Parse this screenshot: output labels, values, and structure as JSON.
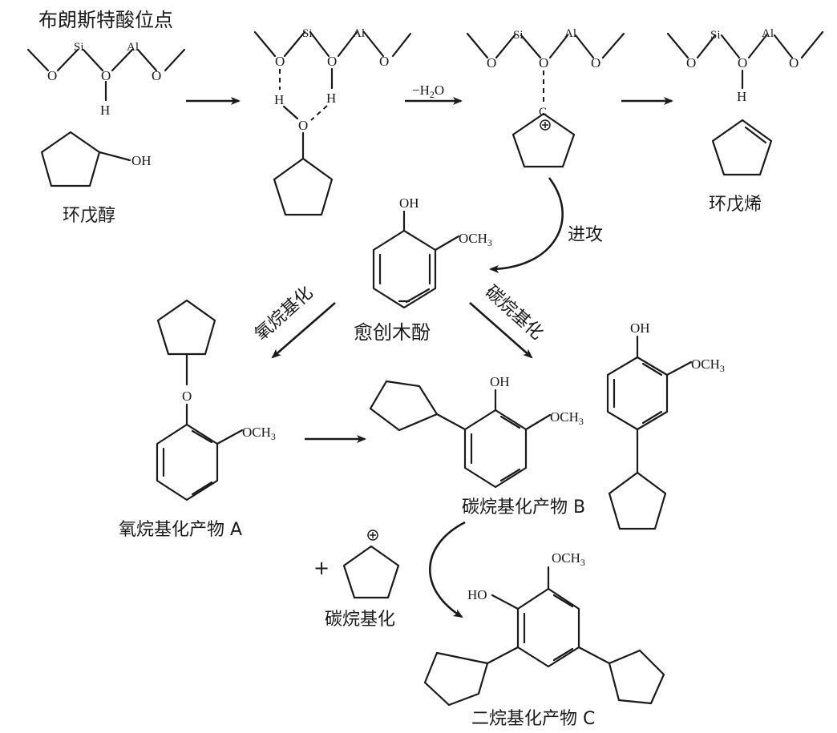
{
  "title": "布朗斯特酸位点",
  "atoms": {
    "si": "Si",
    "al": "Al",
    "o": "O",
    "h": "H",
    "c": "C",
    "oh": "OH",
    "ho": "HO",
    "och3": "OCH",
    "och3_sub": "3"
  },
  "step_labels": {
    "minus_water": "−H",
    "water_sub": "2",
    "water_o": "O",
    "attack": "进攻",
    "o_alkylation": "氧烷基化",
    "c_alkylation": "碳烷基化",
    "plus": "+",
    "c_alkylation_reagent": "碳烷基化"
  },
  "compounds": {
    "cyclopentanol": "环戊醇",
    "cyclopentene": "环戊烯",
    "guaiacol": "愈创木酚",
    "product_a": "氧烷基化产物 A",
    "product_b": "碳烷基化产物 B",
    "product_c": "二烷基化产物 C"
  }
}
